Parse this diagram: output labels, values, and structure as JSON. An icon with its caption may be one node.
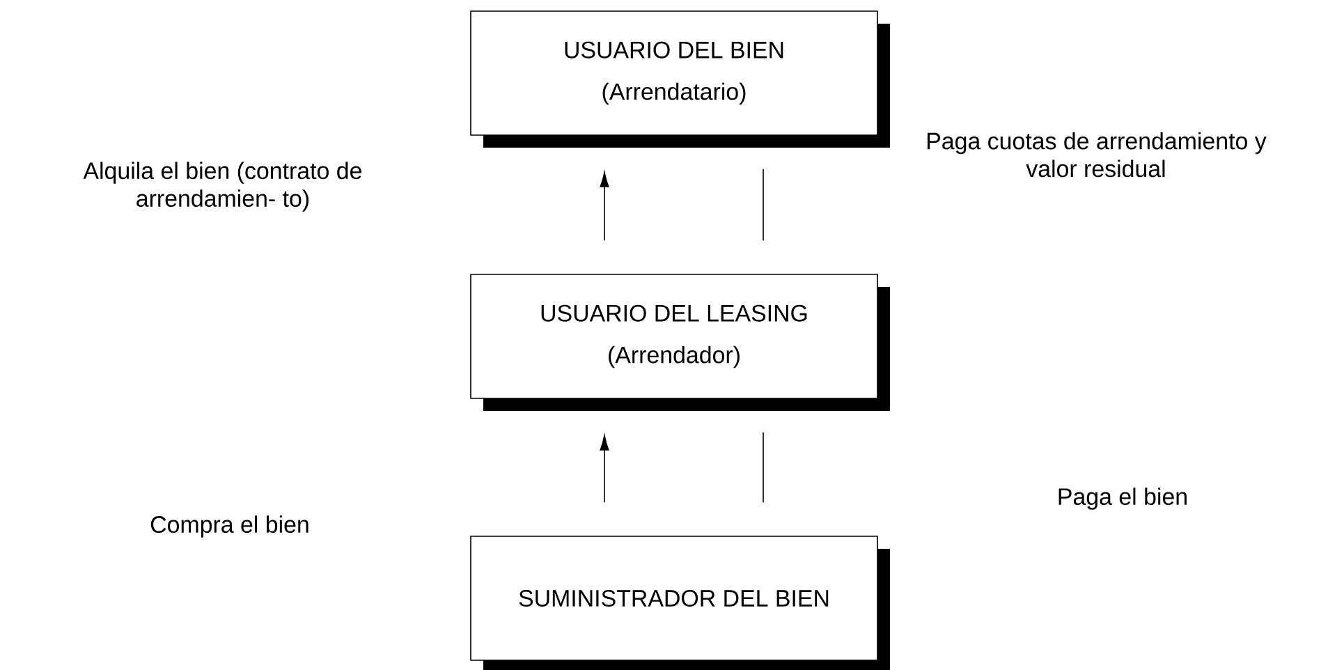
{
  "diagram": {
    "nodes": [
      {
        "text": [
          "USUARIO DEL BIEN",
          "(Arrendatario)"
        ]
      },
      {
        "text": [
          "USUARIO DEL LEASING",
          "(Arrendador)"
        ]
      },
      {
        "text": [
          "SUMINISTRADOR DEL BIEN"
        ]
      }
    ],
    "edges": [
      {
        "from": 1,
        "to": 0,
        "arrow": "to"
      },
      {
        "from": 0,
        "to": 1,
        "arrow": "none"
      },
      {
        "from": 2,
        "to": 1,
        "arrow": "to"
      },
      {
        "from": 1,
        "to": 2,
        "arrow": "none"
      }
    ],
    "labels": [
      "Alquila el bien (contrato de arrendamien- to)",
      "Paga cuotas de arrendamiento y valor residual",
      "Compra el bien",
      "Paga el bien"
    ]
  }
}
